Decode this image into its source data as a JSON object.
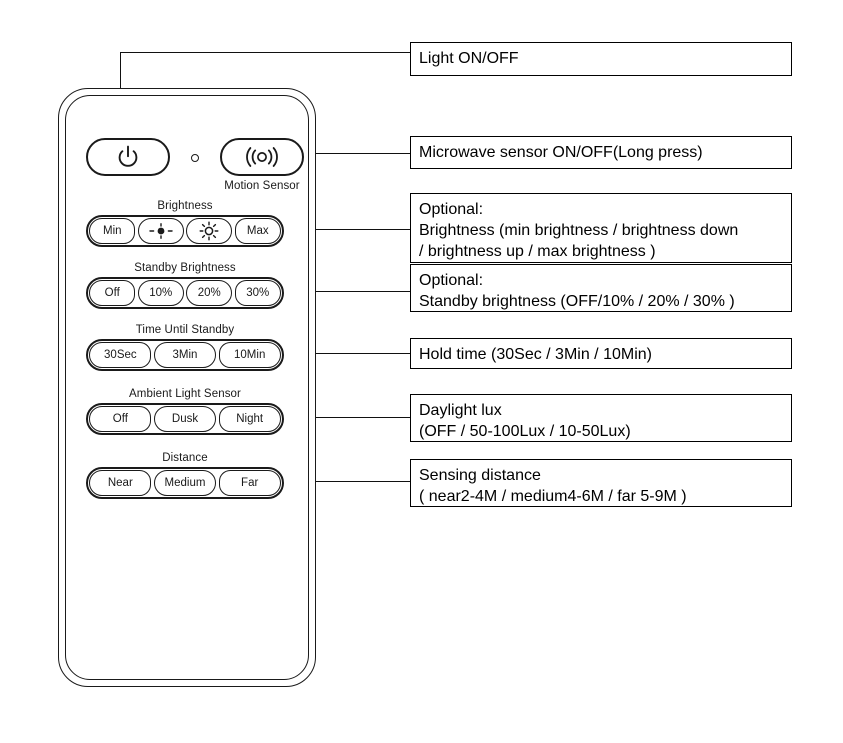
{
  "remote": {
    "top_row": {
      "power_button": {
        "icon": "power-icon",
        "label": ""
      },
      "led_indicator": "led-dot",
      "motion_button": {
        "icon": "motion-wave-icon",
        "label": ""
      },
      "motion_caption": "Motion Sensor"
    },
    "groups": [
      {
        "label": "Brightness",
        "buttons": [
          {
            "text": "Min",
            "icon": null
          },
          {
            "text": "",
            "icon": "brightness-down-icon"
          },
          {
            "text": "",
            "icon": "brightness-up-icon"
          },
          {
            "text": "Max",
            "icon": null
          }
        ]
      },
      {
        "label": "Standby Brightness",
        "buttons": [
          {
            "text": "Off",
            "icon": null
          },
          {
            "text": "10%",
            "icon": null
          },
          {
            "text": "20%",
            "icon": null
          },
          {
            "text": "30%",
            "icon": null
          }
        ]
      },
      {
        "label": "Time Until Standby",
        "buttons": [
          {
            "text": "30Sec",
            "icon": null
          },
          {
            "text": "3Min",
            "icon": null
          },
          {
            "text": "10Min",
            "icon": null
          }
        ]
      },
      {
        "label": "Ambient Light Sensor",
        "buttons": [
          {
            "text": "Off",
            "icon": null
          },
          {
            "text": "Dusk",
            "icon": null
          },
          {
            "text": "Night",
            "icon": null
          }
        ]
      },
      {
        "label": "Distance",
        "buttons": [
          {
            "text": "Near",
            "icon": null
          },
          {
            "text": "Medium",
            "icon": null
          },
          {
            "text": "Far",
            "icon": null
          }
        ]
      }
    ]
  },
  "callouts": [
    {
      "lines": [
        "Light ON/OFF"
      ]
    },
    {
      "lines": [
        "Microwave sensor ON/OFF(Long press)"
      ]
    },
    {
      "lines": [
        "Optional:",
        "Brightness (min brightness / brightness down",
        "/ brightness up / max brightness )"
      ]
    },
    {
      "lines": [
        "Optional:",
        "Standby brightness (OFF/10% / 20% / 30% )"
      ]
    },
    {
      "lines": [
        "Hold time (30Sec / 3Min / 10Min)"
      ]
    },
    {
      "lines": [
        "Daylight lux",
        "(OFF / 50-100Lux / 10-50Lux)"
      ]
    },
    {
      "lines": [
        "Sensing distance",
        "( near2-4M / medium4-6M / far 5-9M )"
      ]
    }
  ],
  "colors": {
    "stroke": "#1a1a1a",
    "box_border": "#000000",
    "background": "#ffffff"
  }
}
